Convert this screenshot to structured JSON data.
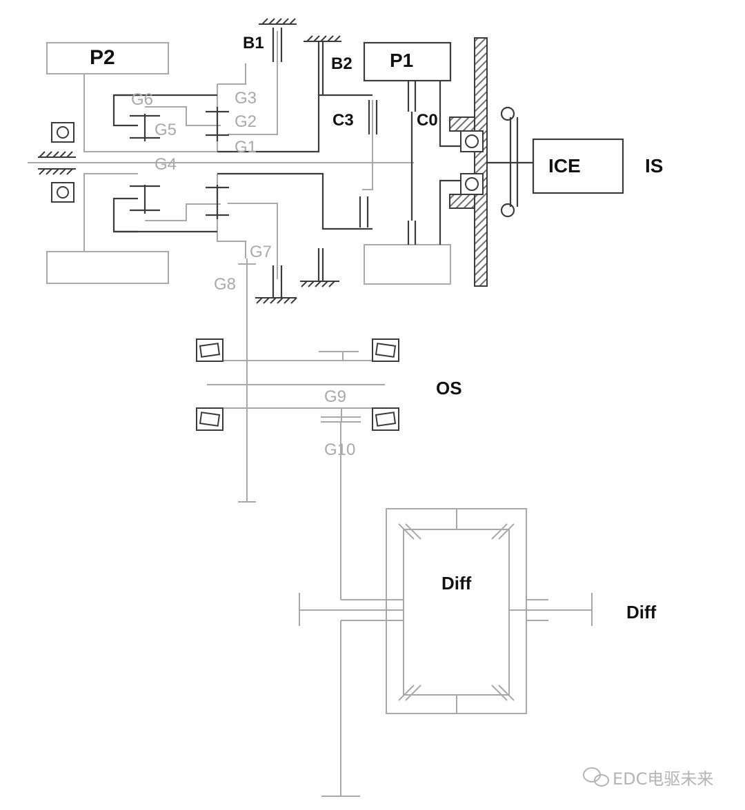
{
  "labels": {
    "p2": "P2",
    "p1": "P1",
    "b1": "B1",
    "b2": "B2",
    "c3": "C3",
    "c0": "C0",
    "ice": "ICE",
    "is": "IS",
    "os": "OS",
    "g1": "G1",
    "g2": "G2",
    "g3": "G3",
    "g4": "G4",
    "g5": "G5",
    "g6": "G6",
    "g7": "G7",
    "g8": "G8",
    "g9": "G9",
    "g10": "G10",
    "diff_inner": "Diff",
    "diff_outer": "Diff"
  },
  "watermark": {
    "text": "EDC电驱未来",
    "icon": "wechat-logo-icon"
  },
  "colors": {
    "dark_line": "#3a3a3a",
    "light_line": "#a8a8a8",
    "hatch_fill": "#8a8a8a",
    "label_dark": "#111111",
    "label_gray": "#a9a9a9"
  }
}
